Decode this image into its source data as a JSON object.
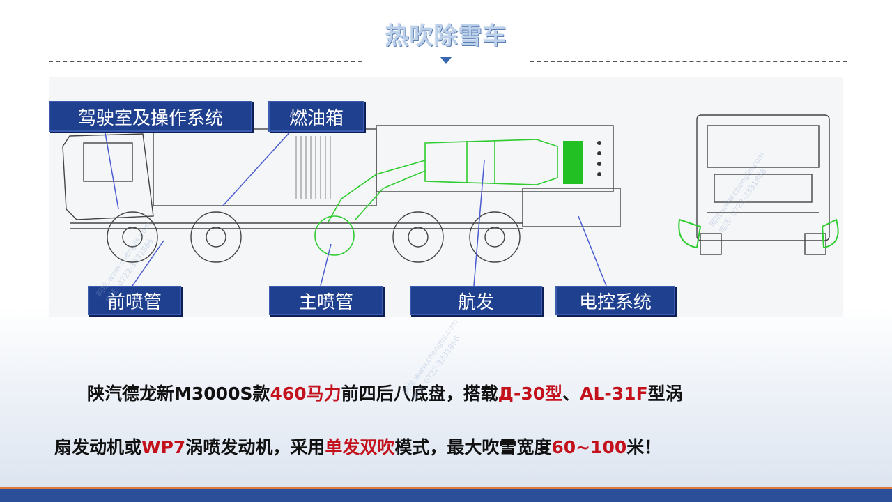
{
  "title": "热吹除雪车",
  "labels": {
    "cab": "驾驶室及操作系统",
    "fuel_tank": "燃油箱",
    "front_nozzle": "前喷管",
    "main_nozzle": "主喷管",
    "aero_engine": "航发",
    "electric_control": "电控系统"
  },
  "paragraph": {
    "line1": {
      "p1": "陕汽德龙新M3000S款",
      "r1": "460马力",
      "p2": "前四后八底盘，搭载",
      "r2": "Д-30型",
      "p3": "、",
      "r3": "AL-31F",
      "p4": "型涡"
    },
    "line2": {
      "p1": "扇发动机或",
      "r1": "WP7",
      "p2": "涡喷发动机，采用",
      "r2": "单发双吹",
      "p3": "模式，最大吹雪宽度",
      "r3": "60~100",
      "p4": "米！"
    }
  },
  "watermark": {
    "line1": "网址:www.chenglis.com",
    "line2": "电话: 0722-3331866"
  },
  "colors": {
    "label_bg": "#1f3f8f",
    "highlight": "#c3121c",
    "accent_bar": "#2c4f9a",
    "accent_stripe": "#e07a3a",
    "green_outline": "#2ecc2e"
  }
}
